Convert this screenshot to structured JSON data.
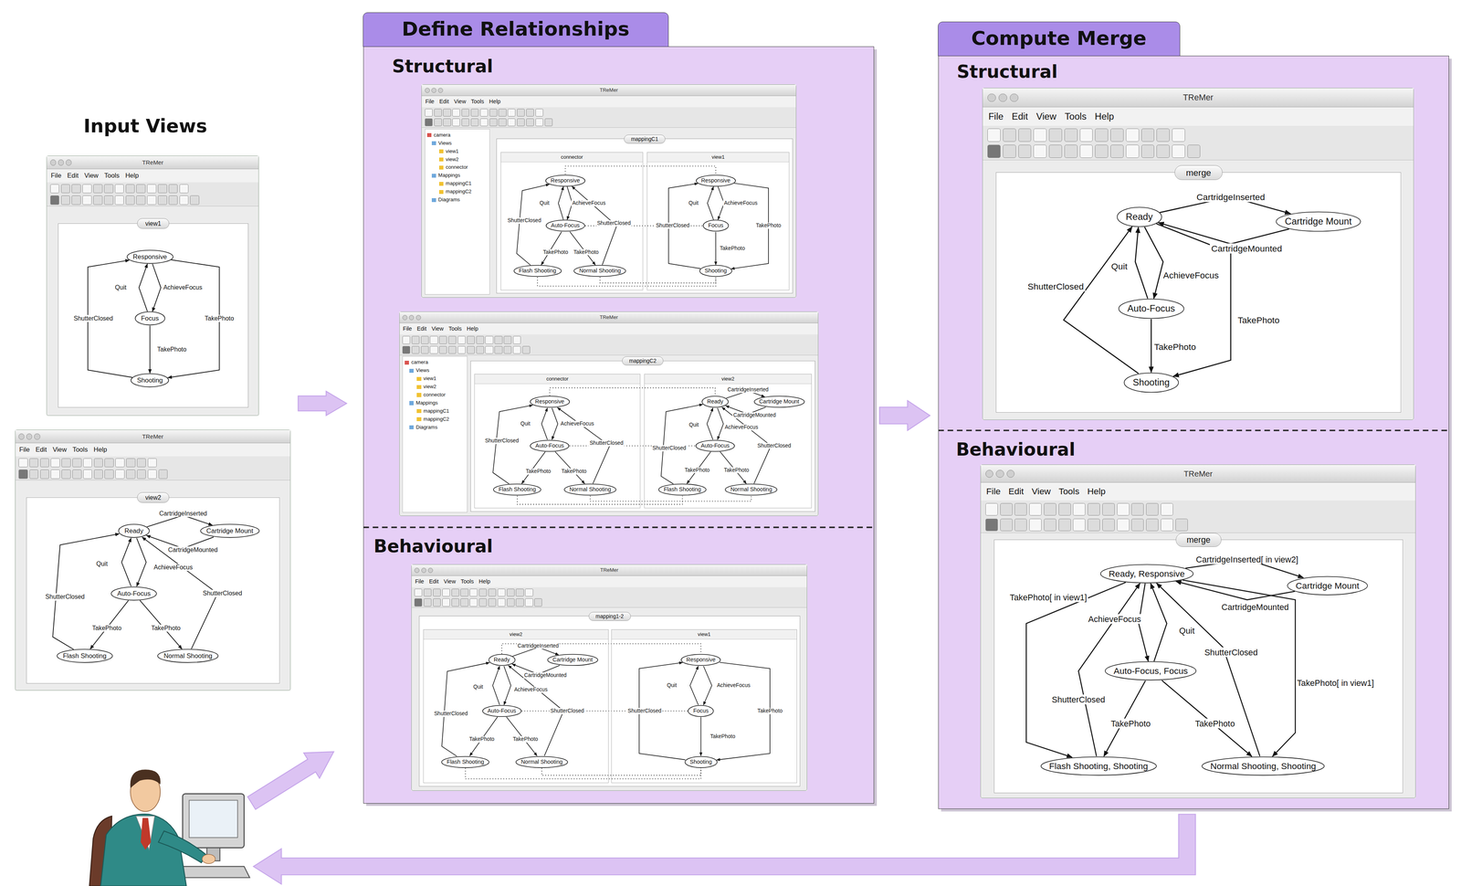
{
  "diagram": {
    "nodes": [
      {
        "text": [
          "TReMer",
          "File",
          "Edit",
          "View",
          "Tools",
          "Help"
        ]
      },
      {
        "text": [
          "view1"
        ],
        "in": 0
      },
      {
        "text": [
          "Responsive"
        ],
        "in": 1
      },
      {
        "text": [
          "Focus"
        ],
        "in": 1
      },
      {
        "text": [
          "Shooting"
        ],
        "in": 1
      },
      {
        "text": [
          "TReMer",
          "File",
          "Edit",
          "View",
          "Tools",
          "Help"
        ]
      },
      {
        "text": [
          "view2"
        ],
        "in": 5
      },
      {
        "text": [
          "Ready"
        ],
        "in": 6
      },
      {
        "text": [
          "Cartridge Mount"
        ],
        "in": 6
      },
      {
        "text": [
          "Auto-Focus"
        ],
        "in": 6
      },
      {
        "text": [
          "Flash Shooting"
        ],
        "in": 6
      },
      {
        "text": [
          "Normal Shooting"
        ],
        "in": 6
      },
      {
        "text": [
          "Define Relationships"
        ]
      },
      {
        "text": [
          "TReMer",
          "File",
          "Edit",
          "View",
          "Tools",
          "Help",
          "camera",
          "Views",
          "view1",
          "view2",
          "connector",
          "Mappings",
          "mappingC1",
          "mappingC2",
          "Diagrams"
        ],
        "in": 12
      },
      {
        "text": [
          "mappingC1"
        ],
        "in": 13
      },
      {
        "text": [
          "connector"
        ],
        "in": 14
      },
      {
        "text": [
          "Responsive"
        ],
        "in": 15
      },
      {
        "text": [
          "Auto-Focus"
        ],
        "in": 15
      },
      {
        "text": [
          "Flash Shooting"
        ],
        "in": 15
      },
      {
        "text": [
          "Normal Shooting"
        ],
        "in": 15
      },
      {
        "text": [
          "view1"
        ],
        "in": 14
      },
      {
        "text": [
          "Responsive"
        ],
        "in": 20
      },
      {
        "text": [
          "Focus"
        ],
        "in": 20
      },
      {
        "text": [
          "Shooting"
        ],
        "in": 20
      },
      {
        "text": [
          "TReMer",
          "File",
          "Edit",
          "View",
          "Tools",
          "Help",
          "camera",
          "Views",
          "view1",
          "view2",
          "connector",
          "Mappings",
          "mappingC1",
          "mappingC2",
          "Diagrams"
        ],
        "in": 12
      },
      {
        "text": [
          "mappingC2"
        ],
        "in": 24
      },
      {
        "text": [
          "connector"
        ],
        "in": 25
      },
      {
        "text": [
          "Responsive"
        ],
        "in": 26
      },
      {
        "text": [
          "Auto-Focus"
        ],
        "in": 26
      },
      {
        "text": [
          "Flash Shooting"
        ],
        "in": 26
      },
      {
        "text": [
          "Normal Shooting"
        ],
        "in": 26
      },
      {
        "text": [
          "view2"
        ],
        "in": 25
      },
      {
        "text": [
          "Ready"
        ],
        "in": 31
      },
      {
        "text": [
          "Cartridge Mount"
        ],
        "in": 31
      },
      {
        "text": [
          "Auto-Focus"
        ],
        "in": 31
      },
      {
        "text": [
          "Flash Shooting"
        ],
        "in": 31
      },
      {
        "text": [
          "Normal Shooting"
        ],
        "in": 31
      },
      {
        "text": [
          "TReMer",
          "File",
          "Edit",
          "View",
          "Tools",
          "Help"
        ],
        "in": 12
      },
      {
        "text": [
          "mapping1-2"
        ],
        "in": 37
      },
      {
        "text": [
          "view2"
        ],
        "in": 38
      },
      {
        "text": [
          "Ready"
        ],
        "in": 39
      },
      {
        "text": [
          "Cartridge Mount"
        ],
        "in": 39
      },
      {
        "text": [
          "Auto-Focus"
        ],
        "in": 39
      },
      {
        "text": [
          "Flash Shooting"
        ],
        "in": 39
      },
      {
        "text": [
          "Normal Shooting"
        ],
        "in": 39
      },
      {
        "text": [
          "view1"
        ],
        "in": 38
      },
      {
        "text": [
          "Responsive"
        ],
        "in": 45
      },
      {
        "text": [
          "Focus"
        ],
        "in": 45
      },
      {
        "text": [
          "Shooting"
        ],
        "in": 45
      },
      {
        "text": [
          "Compute Merge"
        ]
      },
      {
        "text": [
          "TReMer",
          "File",
          "Edit",
          "View",
          "Tools",
          "Help"
        ],
        "in": 49
      },
      {
        "text": [
          "merge"
        ],
        "in": 50
      },
      {
        "text": [
          "Ready"
        ],
        "in": 51
      },
      {
        "text": [
          "Cartridge Mount"
        ],
        "in": 51
      },
      {
        "text": [
          "Auto-Focus"
        ],
        "in": 51
      },
      {
        "text": [
          "Shooting"
        ],
        "in": 51
      },
      {
        "text": [
          "TReMer",
          "File",
          "Edit",
          "View",
          "Tools",
          "Help"
        ],
        "in": 49
      },
      {
        "text": [
          "merge"
        ],
        "in": 56
      },
      {
        "text": [
          "Ready, Responsive"
        ],
        "in": 57
      },
      {
        "text": [
          "Cartridge Mount"
        ],
        "in": 57
      },
      {
        "text": [
          "Auto-Focus, Focus"
        ],
        "in": 57
      },
      {
        "text": [
          "Flash Shooting, Shooting"
        ],
        "in": 57
      },
      {
        "text": [
          "Normal Shooting, Shooting"
        ],
        "in": 57
      }
    ],
    "edges": [
      {
        "from": 2,
        "to": 3,
        "label": "AchieveFocus",
        "arrow": "to"
      },
      {
        "from": 3,
        "to": 2,
        "label": "Quit",
        "arrow": "to"
      },
      {
        "from": 3,
        "to": 4,
        "label": "TakePhoto",
        "arrow": "to"
      },
      {
        "from": 2,
        "to": 4,
        "label": "TakePhoto",
        "arrow": "to"
      },
      {
        "from": 4,
        "to": 2,
        "label": "ShutterClosed",
        "arrow": "to"
      },
      {
        "from": 7,
        "to": 8,
        "label": "CartridgeInserted",
        "arrow": "to"
      },
      {
        "from": 8,
        "to": 7,
        "label": "CartridgeMounted",
        "arrow": "to"
      },
      {
        "from": 7,
        "to": 9,
        "label": "AchieveFocus",
        "arrow": "to"
      },
      {
        "from": 9,
        "to": 7,
        "label": "Quit",
        "arrow": "to"
      },
      {
        "from": 9,
        "to": 10,
        "label": "TakePhoto",
        "arrow": "to"
      },
      {
        "from": 9,
        "to": 11,
        "label": "TakePhoto",
        "arrow": "to"
      },
      {
        "from": 10,
        "to": 7,
        "label": "ShutterClosed",
        "arrow": "to"
      },
      {
        "from": 11,
        "to": 7,
        "label": "ShutterClosed",
        "arrow": "to"
      },
      {
        "from": 16,
        "to": 17,
        "label": "AchieveFocus",
        "arrow": "to"
      },
      {
        "from": 17,
        "to": 16,
        "label": "Quit",
        "arrow": "to"
      },
      {
        "from": 17,
        "to": 18,
        "label": "TakePhoto",
        "arrow": "to"
      },
      {
        "from": 17,
        "to": 19,
        "label": "TakePhoto",
        "arrow": "to"
      },
      {
        "from": 18,
        "to": 16,
        "label": "ShutterClosed",
        "arrow": "to"
      },
      {
        "from": 19,
        "to": 16,
        "label": "ShutterClosed",
        "arrow": "to"
      },
      {
        "from": 21,
        "to": 22,
        "label": "AchieveFocus",
        "arrow": "to"
      },
      {
        "from": 22,
        "to": 21,
        "label": "Quit",
        "arrow": "to"
      },
      {
        "from": 22,
        "to": 23,
        "label": "TakePhoto",
        "arrow": "to"
      },
      {
        "from": 21,
        "to": 23,
        "label": "TakePhoto",
        "arrow": "to"
      },
      {
        "from": 23,
        "to": 21,
        "label": "ShutterClosed",
        "arrow": "to"
      },
      {
        "from": 16,
        "to": 21,
        "arrow": "none"
      },
      {
        "from": 17,
        "to": 22,
        "arrow": "none"
      },
      {
        "from": 18,
        "to": 23,
        "arrow": "none"
      },
      {
        "from": 19,
        "to": 23,
        "arrow": "none"
      },
      {
        "from": 27,
        "to": 28,
        "label": "AchieveFocus",
        "arrow": "to"
      },
      {
        "from": 28,
        "to": 27,
        "label": "Quit",
        "arrow": "to"
      },
      {
        "from": 28,
        "to": 29,
        "label": "TakePhoto",
        "arrow": "to"
      },
      {
        "from": 28,
        "to": 30,
        "label": "TakePhoto",
        "arrow": "to"
      },
      {
        "from": 29,
        "to": 27,
        "label": "ShutterClosed",
        "arrow": "to"
      },
      {
        "from": 30,
        "to": 27,
        "label": "ShutterClosed",
        "arrow": "to"
      },
      {
        "from": 32,
        "to": 33,
        "label": "CartridgeInserted",
        "arrow": "to"
      },
      {
        "from": 33,
        "to": 32,
        "label": "CartridgeMounted",
        "arrow": "to"
      },
      {
        "from": 32,
        "to": 34,
        "label": "AchieveFocus",
        "arrow": "to"
      },
      {
        "from": 34,
        "to": 32,
        "label": "Quit",
        "arrow": "to"
      },
      {
        "from": 34,
        "to": 35,
        "label": "TakePhoto",
        "arrow": "to"
      },
      {
        "from": 34,
        "to": 36,
        "label": "TakePhoto",
        "arrow": "to"
      },
      {
        "from": 35,
        "to": 32,
        "label": "ShutterClosed",
        "arrow": "to"
      },
      {
        "from": 36,
        "to": 32,
        "label": "ShutterClosed",
        "arrow": "to"
      },
      {
        "from": 27,
        "to": 32,
        "arrow": "none"
      },
      {
        "from": 28,
        "to": 34,
        "arrow": "none"
      },
      {
        "from": 29,
        "to": 35,
        "arrow": "none"
      },
      {
        "from": 30,
        "to": 36,
        "arrow": "none"
      },
      {
        "from": 40,
        "to": 41,
        "label": "CartridgeInserted",
        "arrow": "to"
      },
      {
        "from": 41,
        "to": 40,
        "label": "CartridgeMounted",
        "arrow": "to"
      },
      {
        "from": 40,
        "to": 42,
        "label": "AchieveFocus",
        "arrow": "to"
      },
      {
        "from": 42,
        "to": 40,
        "label": "Quit",
        "arrow": "to"
      },
      {
        "from": 42,
        "to": 43,
        "label": "TakePhoto",
        "arrow": "to"
      },
      {
        "from": 42,
        "to": 44,
        "label": "TakePhoto",
        "arrow": "to"
      },
      {
        "from": 43,
        "to": 40,
        "label": "ShutterClosed",
        "arrow": "to"
      },
      {
        "from": 44,
        "to": 40,
        "label": "ShutterClosed",
        "arrow": "to"
      },
      {
        "from": 46,
        "to": 47,
        "label": "AchieveFocus",
        "arrow": "to"
      },
      {
        "from": 47,
        "to": 46,
        "label": "Quit",
        "arrow": "to"
      },
      {
        "from": 47,
        "to": 48,
        "label": "TakePhoto",
        "arrow": "to"
      },
      {
        "from": 46,
        "to": 48,
        "label": "TakePhoto",
        "arrow": "to"
      },
      {
        "from": 48,
        "to": 46,
        "label": "ShutterClosed",
        "arrow": "to"
      },
      {
        "from": 40,
        "to": 46,
        "arrow": "none"
      },
      {
        "from": 42,
        "to": 47,
        "arrow": "none"
      },
      {
        "from": 43,
        "to": 48,
        "arrow": "none"
      },
      {
        "from": 44,
        "to": 48,
        "arrow": "none"
      },
      {
        "from": 52,
        "to": 53,
        "label": "CartridgeInserted",
        "arrow": "to"
      },
      {
        "from": 53,
        "to": 52,
        "label": "CartridgeMounted",
        "arrow": "to"
      },
      {
        "from": 52,
        "to": 54,
        "label": "AchieveFocus",
        "arrow": "to"
      },
      {
        "from": 54,
        "to": 52,
        "label": "Quit",
        "arrow": "to"
      },
      {
        "from": 54,
        "to": 55,
        "label": "TakePhoto",
        "arrow": "to"
      },
      {
        "from": 52,
        "to": 55,
        "label": "TakePhoto",
        "arrow": "to"
      },
      {
        "from": 55,
        "to": 52,
        "label": "ShutterClosed",
        "arrow": "to"
      },
      {
        "from": 58,
        "to": 59,
        "label": "CartridgeInserted[ in view2]",
        "arrow": "to"
      },
      {
        "from": 59,
        "to": 58,
        "label": "CartridgeMounted",
        "arrow": "to"
      },
      {
        "from": 58,
        "to": 60,
        "label": "AchieveFocus",
        "arrow": "to"
      },
      {
        "from": 60,
        "to": 58,
        "label": "Quit",
        "arrow": "to"
      },
      {
        "from": 60,
        "to": 61,
        "label": "TakePhoto",
        "arrow": "to"
      },
      {
        "from": 60,
        "to": 62,
        "label": "TakePhoto",
        "arrow": "to"
      },
      {
        "from": 61,
        "to": 58,
        "label": "ShutterClosed",
        "arrow": "to"
      },
      {
        "from": 62,
        "to": 58,
        "label": "ShutterClosed",
        "arrow": "to"
      },
      {
        "from": 58,
        "to": 61,
        "label": "TakePhoto[ in view1]",
        "arrow": "to"
      },
      {
        "from": 58,
        "to": 62,
        "label": "TakePhoto[ in view1]",
        "arrow": "to"
      }
    ],
    "labels": [
      "Input Views",
      "Structural",
      "Behavioural",
      "Structural",
      "Behavioural"
    ]
  }
}
